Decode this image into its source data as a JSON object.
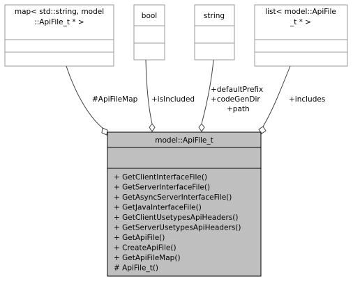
{
  "classes": {
    "map": {
      "title_lines": [
        "map< std::string, model",
        "::ApiFile_t * >"
      ]
    },
    "bool": {
      "title_lines": [
        "bool"
      ]
    },
    "string": {
      "title_lines": [
        "string"
      ]
    },
    "list": {
      "title_lines": [
        "list< model::ApiFile",
        "_t * >"
      ]
    },
    "main": {
      "title": "model::ApiFile_t",
      "methods": [
        "+ GetClientInterfaceFile()",
        "+ GetServerInterfaceFile()",
        "+ GetAsyncServerInterfaceFile()",
        "+ GetJavaInterfaceFile()",
        "+ GetClientUsetypesApiHeaders()",
        "+ GetServerUsetypesApiHeaders()",
        "+ GetApiFile()",
        "+ CreateApiFile()",
        "+ GetApiFileMap()",
        "# ApiFile_t()"
      ]
    }
  },
  "edges": {
    "map": [
      "#ApiFileMap"
    ],
    "bool": [
      "+isIncluded"
    ],
    "string": [
      "+defaultPrefix",
      "+codeGenDir",
      "+path"
    ],
    "list": [
      "+includes"
    ]
  }
}
